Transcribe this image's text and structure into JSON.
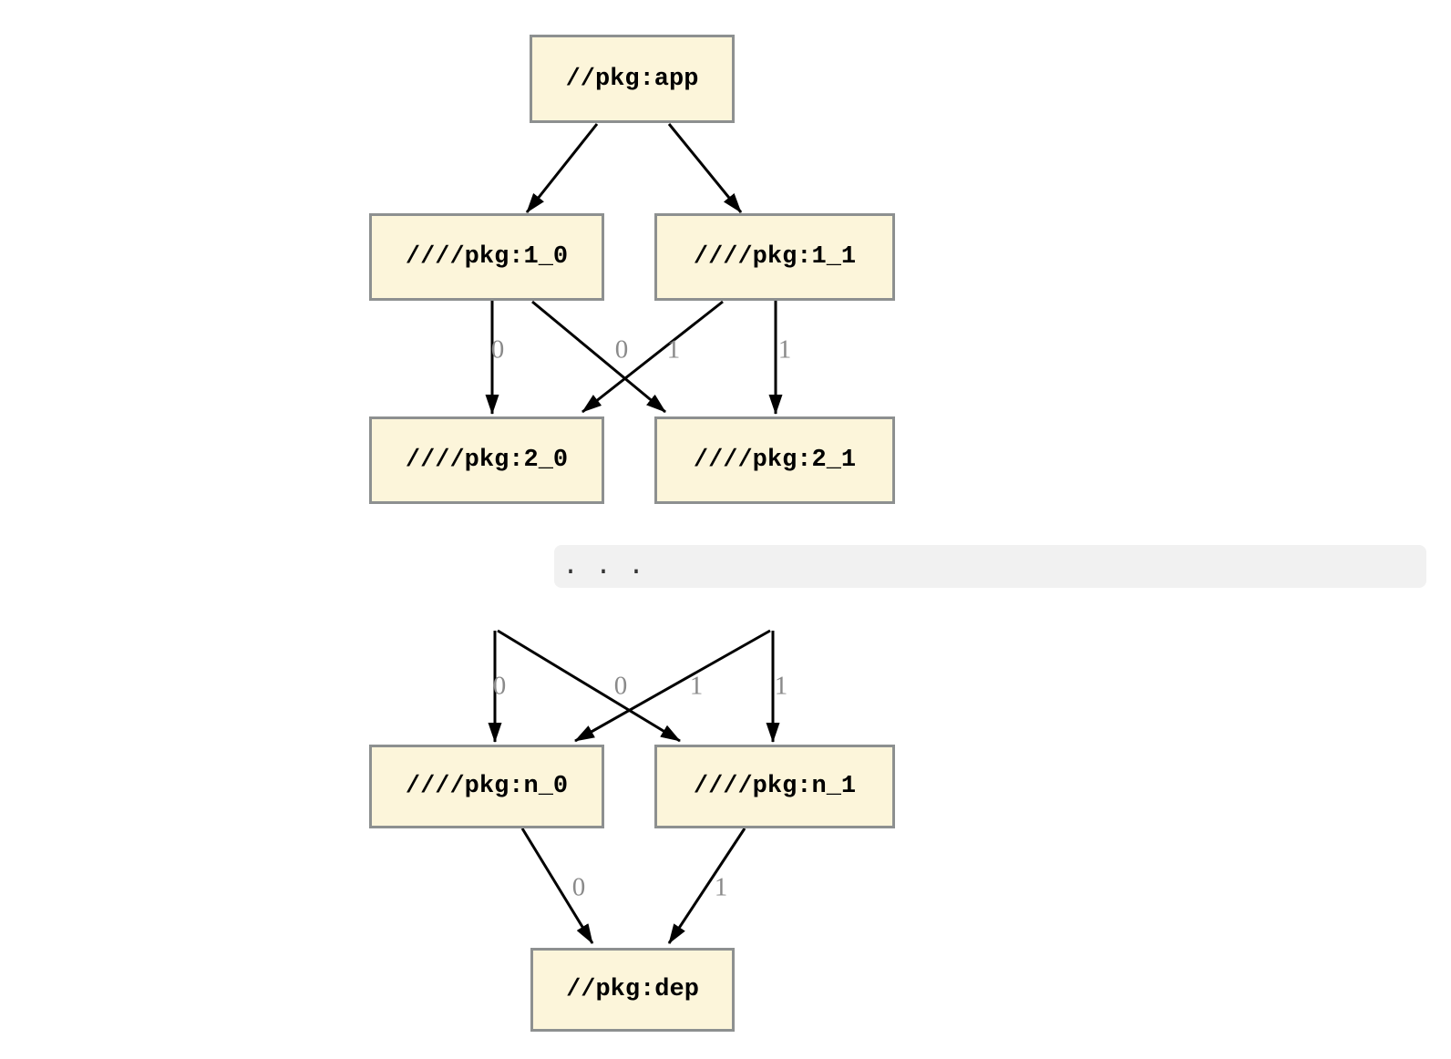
{
  "graph": {
    "nodes": {
      "app": "//pkg:app",
      "l1_0": "////pkg:1_0",
      "l1_1": "////pkg:1_1",
      "l2_0": "////pkg:2_0",
      "l2_1": "////pkg:2_1",
      "ln_0": "////pkg:n_0",
      "ln_1": "////pkg:n_1",
      "dep": "//pkg:dep"
    },
    "edge_labels": {
      "u1": "0",
      "u2": "0",
      "u3": "1",
      "u4": "1",
      "m1": "0",
      "m2": "0",
      "m3": "1",
      "m4": "1",
      "b1": "0",
      "b2": "1"
    },
    "ellipsis": ". . .",
    "colors": {
      "node_fill": "#FCF5DA",
      "node_border": "#8D9090",
      "edge": "#000000",
      "edge_label": "#8A8A8A",
      "ellipsis_band": "#F1F1F1"
    }
  }
}
